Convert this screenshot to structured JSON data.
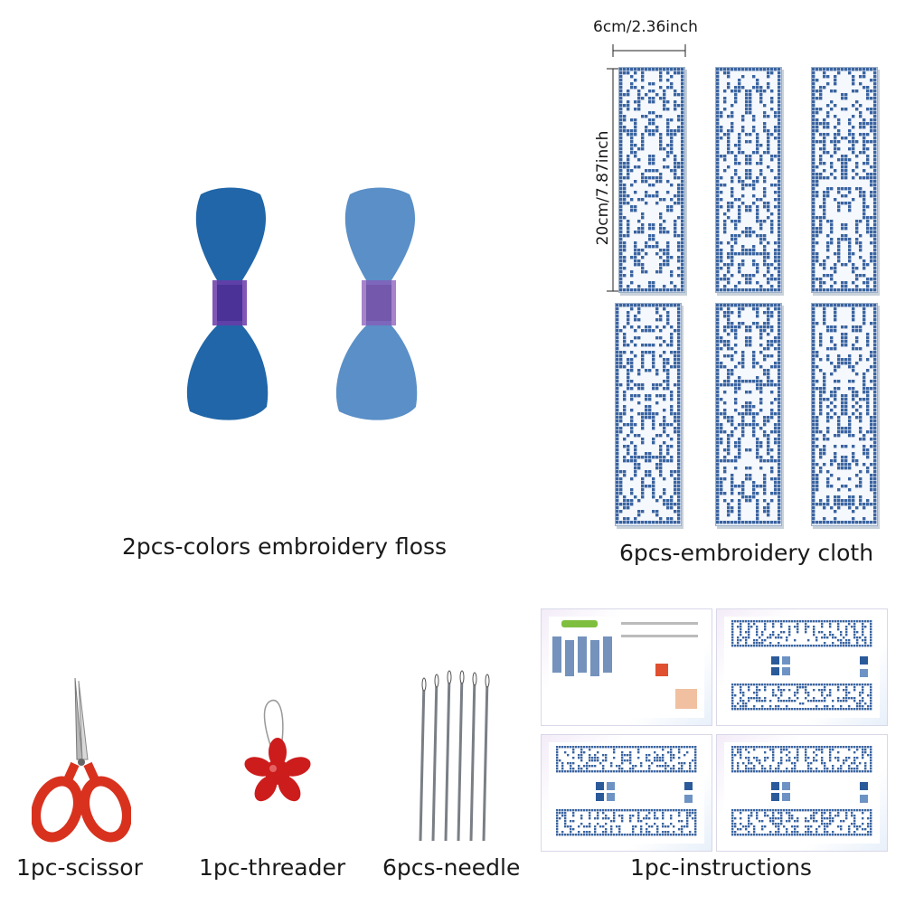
{
  "captions": {
    "floss": "2pcs-colors embroidery floss",
    "cloth": "6pcs-embroidery cloth",
    "scissor": "1pc-scissor",
    "threader": "1pc-threader",
    "needle": "6pcs-needle",
    "instructions": "1pc-instructions"
  },
  "dimensions": {
    "width": "6cm/2.36inch",
    "height": "20cm/7.87inch"
  },
  "colors": {
    "floss_dark": "#2066a8",
    "floss_light": "#5a8fc7",
    "pattern_blue": "#3a64a0",
    "scissor_red": "#d8321e",
    "threader_red": "#cc1c1c"
  }
}
